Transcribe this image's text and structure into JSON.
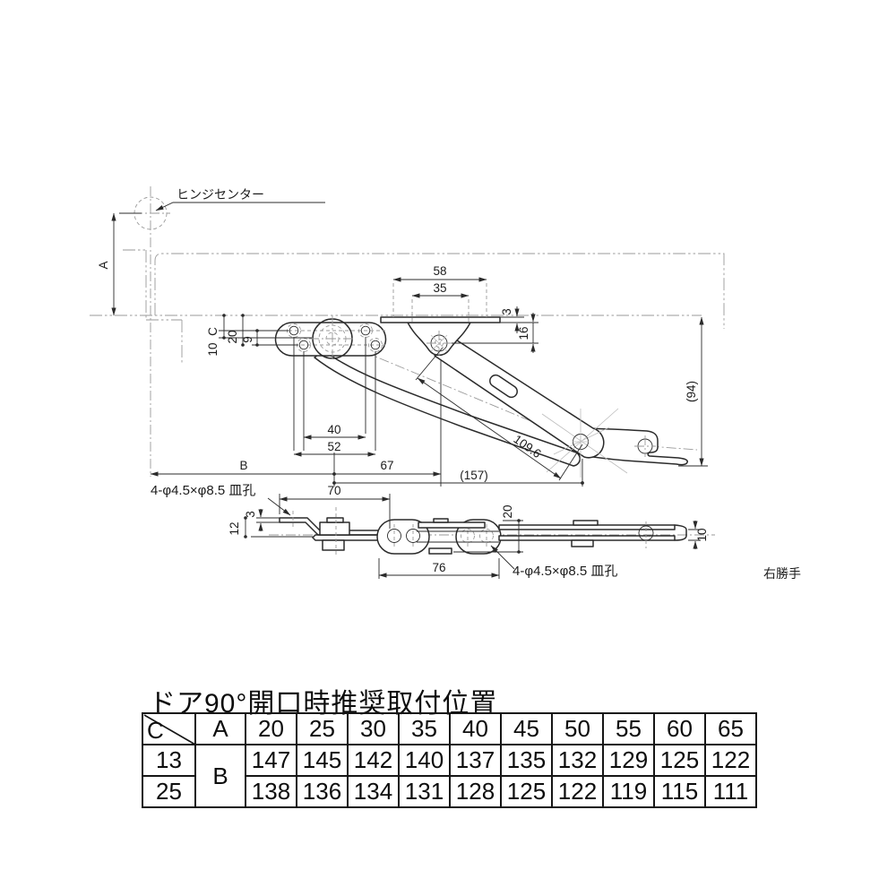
{
  "title": "ドア90°開口時推奨取付位置",
  "notes": {
    "hinge_center": "ヒンジセンター",
    "countersink_main": "4-φ4.5×φ8.5 皿孔",
    "countersink_side": "4-φ4.5×φ8.5 皿孔",
    "hand": "右勝手"
  },
  "dims": {
    "a": "A",
    "b": "B",
    "c": "C",
    "v10": "10",
    "v20": "20",
    "v9": "9",
    "v58": "58",
    "v35": "35",
    "v3": "3",
    "v16": "16",
    "v40": "40",
    "v52": "52",
    "v67": "67",
    "v157": "(157)",
    "v94": "(94)",
    "v109": "109.6",
    "s3": "3",
    "s12": "12",
    "s70": "70",
    "s76": "76",
    "s20": "20",
    "s10": "10"
  },
  "table": {
    "corner_c": "C",
    "col_a": "A",
    "row_b": "B",
    "a_values": [
      "20",
      "25",
      "30",
      "35",
      "40",
      "45",
      "50",
      "55",
      "60",
      "65"
    ],
    "rows": [
      {
        "c": "13",
        "values": [
          "147",
          "145",
          "142",
          "140",
          "137",
          "135",
          "132",
          "129",
          "125",
          "122"
        ]
      },
      {
        "c": "25",
        "values": [
          "138",
          "136",
          "134",
          "131",
          "128",
          "125",
          "122",
          "119",
          "115",
          "111"
        ]
      }
    ]
  }
}
